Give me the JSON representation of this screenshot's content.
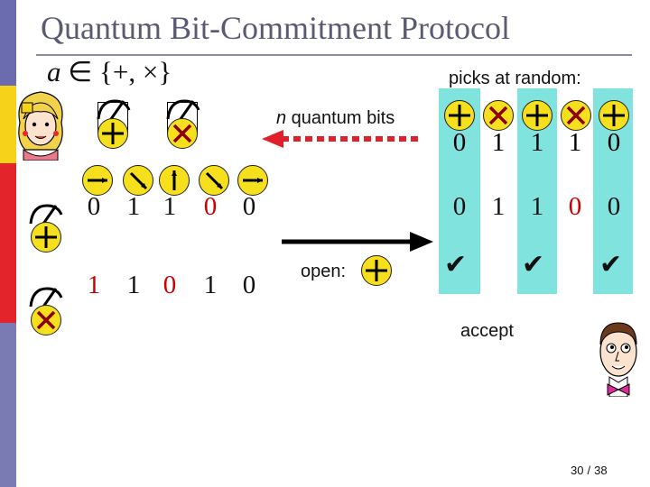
{
  "title": "Quantum Bit-Commitment Protocol",
  "math_line": {
    "variable": "a",
    "set": "∈ {+, ×}"
  },
  "labels": {
    "picks_at_random": "picks at random:",
    "n_italic": "n",
    "quantum_bits": " quantum bits",
    "open": "open:",
    "accept": "accept"
  },
  "bob_bases": [
    "+",
    "×",
    "+",
    "×",
    "+"
  ],
  "bob_values": [
    "0",
    "1",
    "1",
    "1",
    "0"
  ],
  "bob_results": [
    "0",
    "1",
    "1",
    "0",
    "0"
  ],
  "alice_row_plus_values": [
    "0",
    "1",
    "1",
    "0",
    "0"
  ],
  "alice_row_times_values": [
    "1",
    "1",
    "0",
    "1",
    "0"
  ],
  "highlight_color": "#cc0000",
  "checkmark": "✔",
  "page": {
    "current": "30",
    "separator": "/",
    "total": "38"
  }
}
